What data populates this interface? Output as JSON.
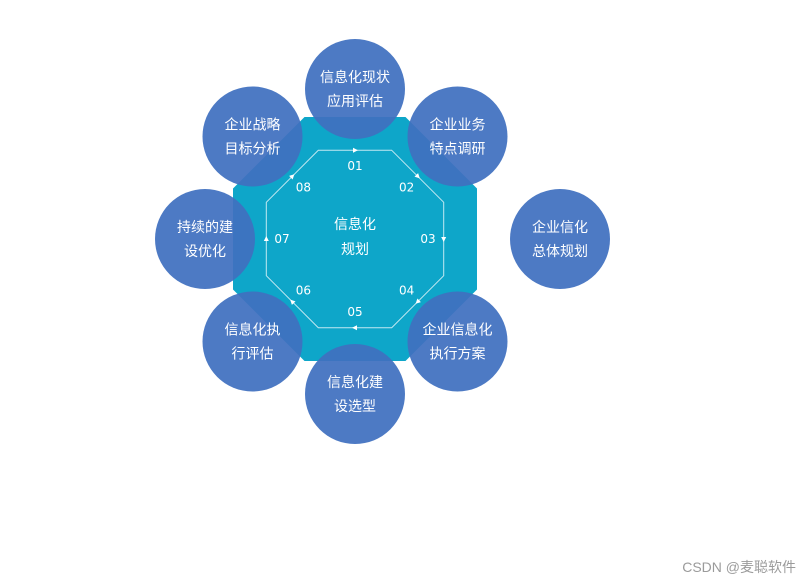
{
  "center": {
    "line1": "信息化",
    "line2": "规划"
  },
  "steps": [
    {
      "num": "01",
      "line1": "信息化现状",
      "line2": "应用评估"
    },
    {
      "num": "02",
      "line1": "企业业务",
      "line2": "特点调研"
    },
    {
      "num": "03",
      "line1": "企业信化",
      "line2": "总体规划"
    },
    {
      "num": "04",
      "line1": "企业信息化",
      "line2": "执行方案"
    },
    {
      "num": "05",
      "line1": "信息化建",
      "line2": "设选型"
    },
    {
      "num": "06",
      "line1": "信息化执",
      "line2": "行评估"
    },
    {
      "num": "07",
      "line1": "持续的建",
      "line2": "设优化"
    },
    {
      "num": "08",
      "line1": "企业战略",
      "line2": "目标分析"
    }
  ],
  "colors": {
    "octagon": "#0ea6c9",
    "circle": "#3f70bf",
    "text": "#ffffff",
    "watermark": "#9b9b9b"
  },
  "watermark": "CSDN @麦聪软件"
}
